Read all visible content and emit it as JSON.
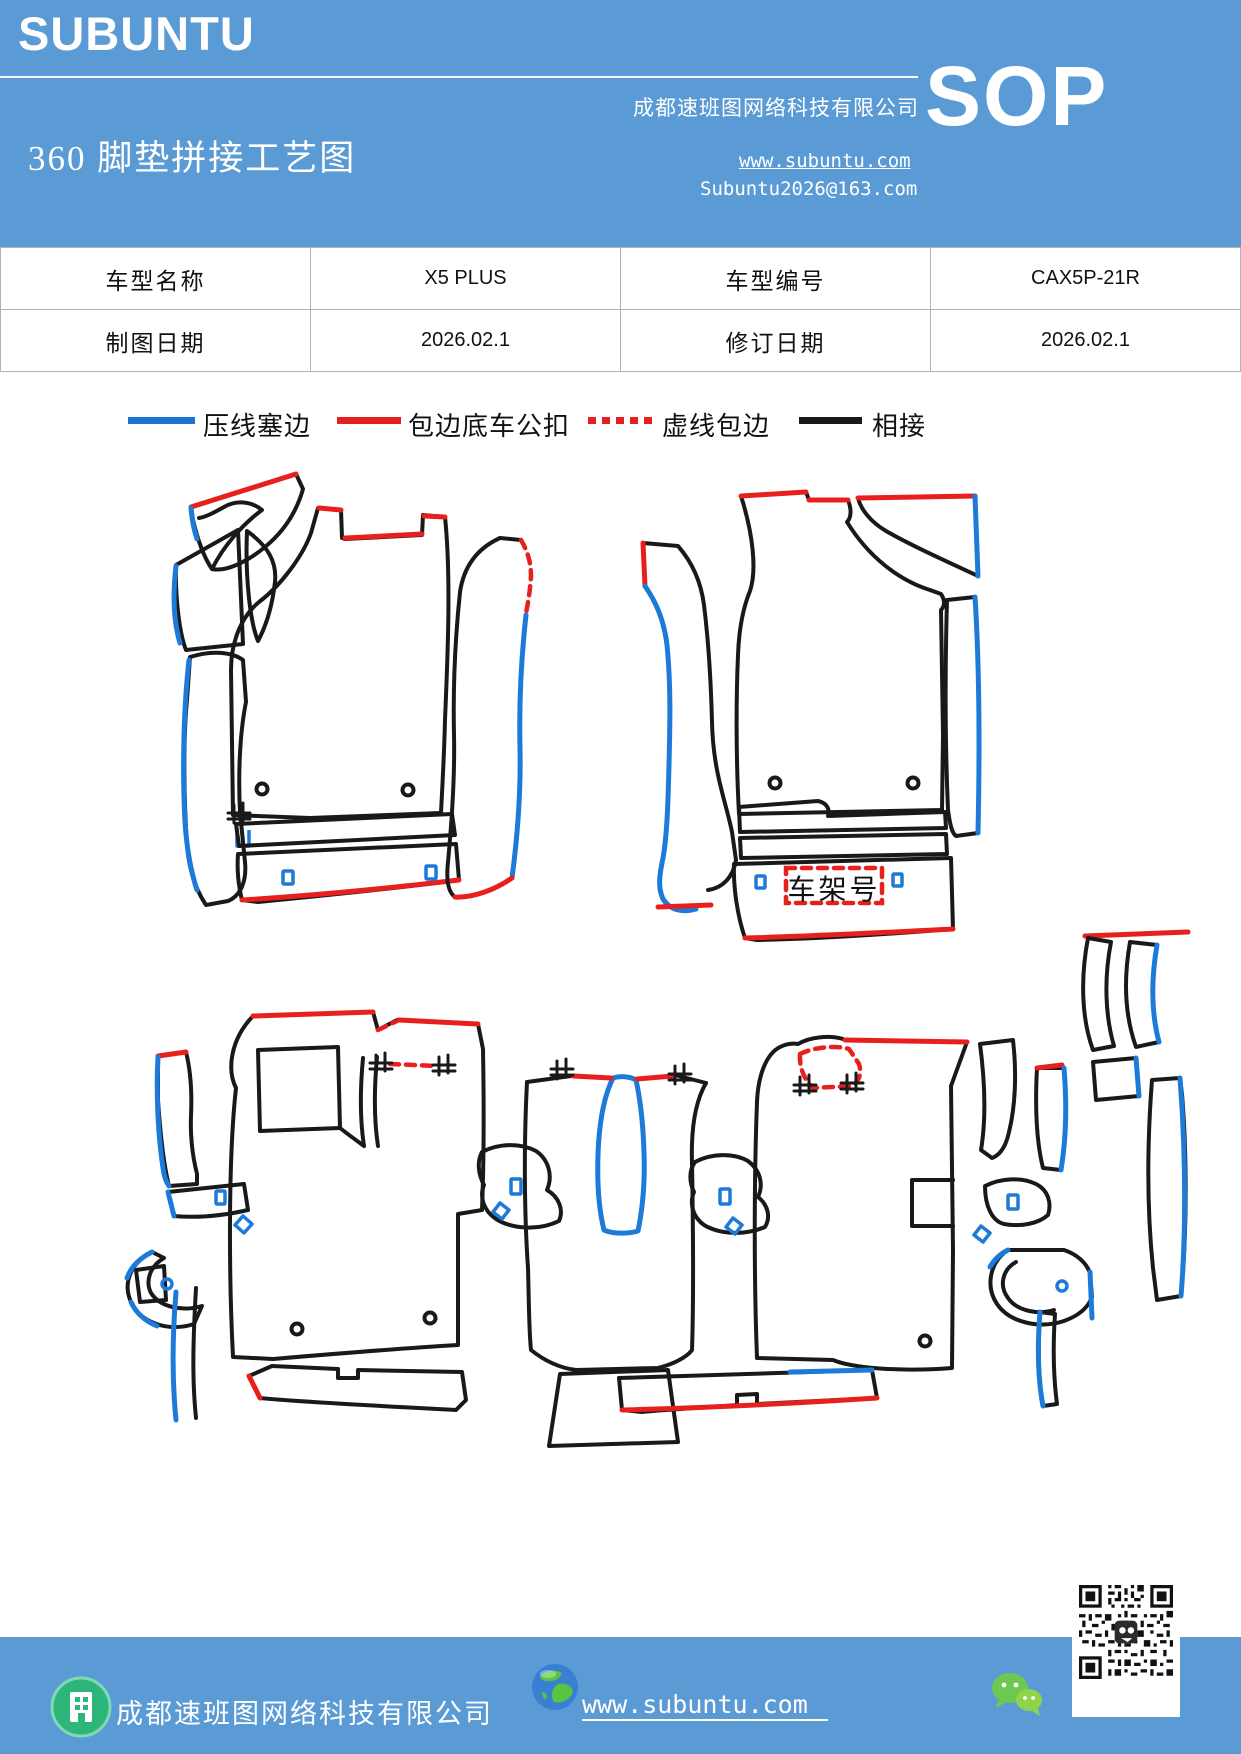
{
  "colors": {
    "header_bg": "#5b9bd5",
    "footer_bg": "#5b9bd5",
    "table_border": "#b3b3b3",
    "edge_blue": "#1d7ad8",
    "edge_red": "#e8201d",
    "edge_black": "#191919",
    "logo_green": "#27b377",
    "wechat_green": "#6cc84e"
  },
  "header": {
    "brand": "SUBUNTU",
    "doc_title": "360 脚垫拼接工艺图",
    "company": "成都速班图网络科技有限公司",
    "website": "www.subuntu.com",
    "email": "Subuntu2026@163.com",
    "badge": "SOP"
  },
  "info_table": {
    "rows": [
      [
        "车型名称",
        "X5 PLUS",
        "车型编号",
        "CAX5P-21R"
      ],
      [
        "制图日期",
        "2026.02.1",
        "修订日期",
        "2026.02.1"
      ]
    ]
  },
  "legend": {
    "items": [
      {
        "label": "压线塞边",
        "line": "blue-solid",
        "color": "#1d7ad8"
      },
      {
        "label": "包边底车公扣",
        "line": "red-solid",
        "color": "#e8201d"
      },
      {
        "label": "虚线包边",
        "line": "red-dotted",
        "color": "#e8201d"
      },
      {
        "label": "相接",
        "line": "black-solid",
        "color": "#191919"
      }
    ]
  },
  "diagram": {
    "vin_label": "车架号"
  },
  "footer": {
    "company": "成都速班图网络科技有限公司",
    "website": "www.subuntu.com"
  }
}
